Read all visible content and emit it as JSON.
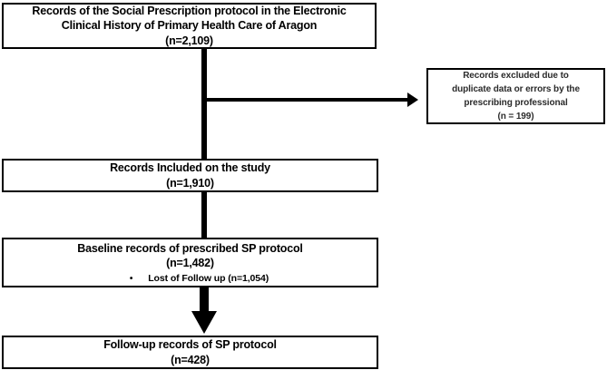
{
  "diagram": {
    "background": "#ffffff",
    "line_color": "#000000",
    "border_color": "#000000",
    "boxes": {
      "source": {
        "lines": [
          "Records of the Social Prescription protocol in the Electronic",
          "Clinical History of Primary Health Care of Aragon",
          "(n=2,109)"
        ],
        "n": "2,109"
      },
      "excluded": {
        "lines": [
          "Records excluded due to",
          "duplicate data or errors by the",
          "prescribing professional",
          "(n = 199)"
        ],
        "n": "199"
      },
      "included": {
        "lines": [
          "Records Included on the study",
          "(n=1,910)"
        ],
        "n": "1,910"
      },
      "baseline": {
        "lines": [
          "Baseline records of prescribed SP protocol",
          "(n=1,482)"
        ],
        "n": "1,482",
        "bullet_marker": "•",
        "bullet_text": "Lost of Follow up (n=1,054)",
        "bullet_n": "1,054"
      },
      "followup": {
        "lines": [
          "Follow-up records of SP protocol",
          "(n=428)"
        ],
        "n": "428"
      }
    }
  }
}
